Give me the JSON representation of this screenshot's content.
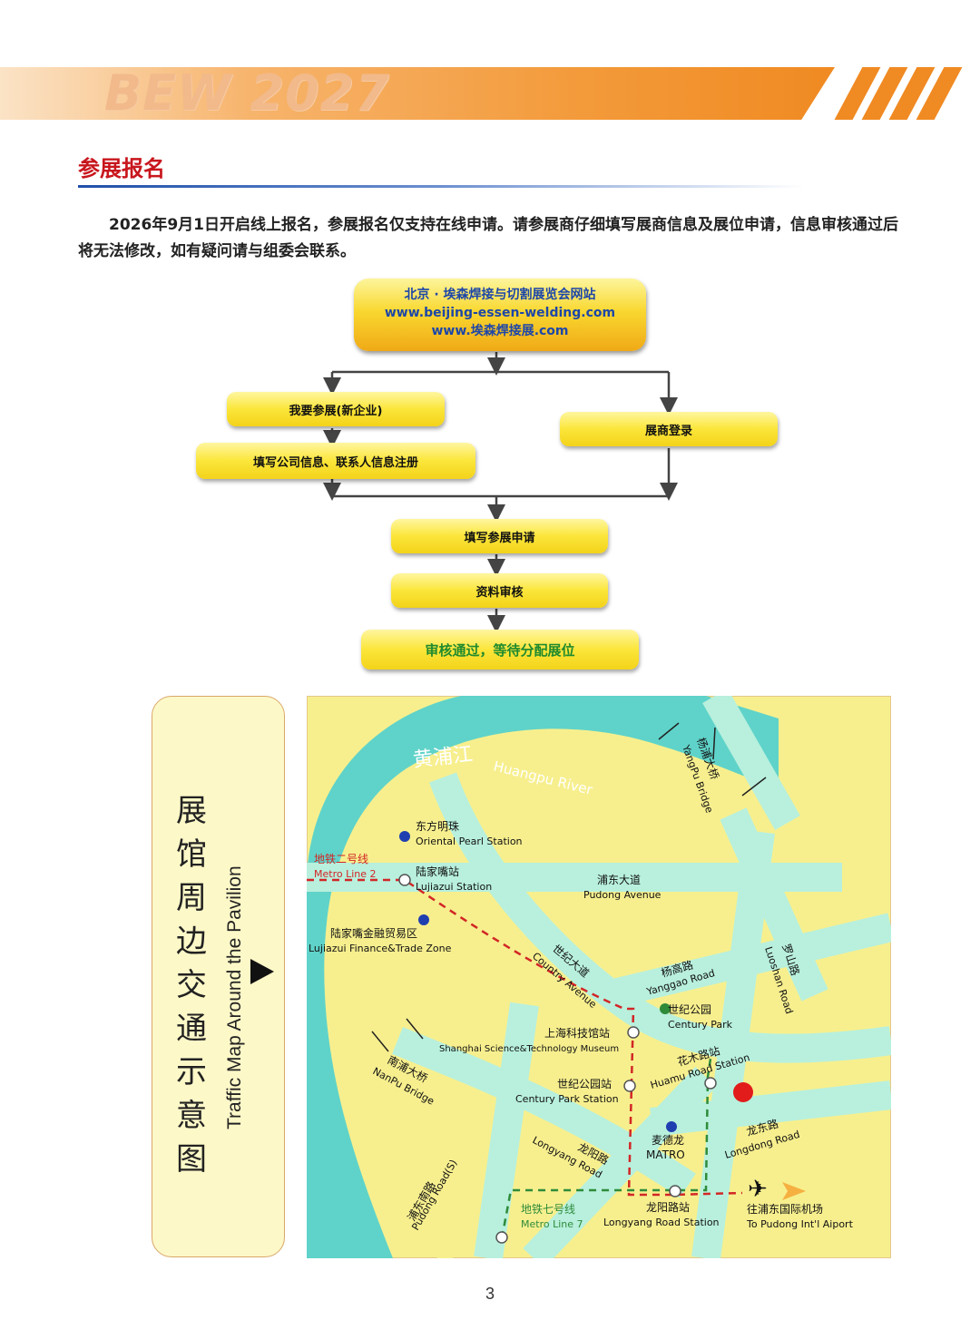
{
  "banner": {
    "title": "BEW 2027"
  },
  "section": {
    "title": "参展报名",
    "intro": "2026年9月1日开启线上报名，参展报名仅支持在线申请。请参展商仔细填写展商信息及展位申请，信息审核通过后将无法修改，如有疑问请与组委会联系。"
  },
  "flowchart": {
    "website": {
      "line1": "北京 · 埃森焊接与切割展览会网站",
      "line2": "www.beijing-essen-welding.com",
      "line3": "www.埃森焊接展.com"
    },
    "new_exhibitor": "我要参展(新企业)",
    "register": "填写公司信息、联系人信息注册",
    "login": "展商登录",
    "apply": "填写参展申请",
    "review": "资料审核",
    "approved": "审核通过，等待分配展位"
  },
  "map": {
    "side_title_cn": "展馆周边交通示意图",
    "side_title_en": "Traffic Map Around the Pavilion",
    "labels": {
      "river_cn": "黄浦江",
      "river_en": "Huangpu River",
      "yangpu_cn": "杨浦大桥",
      "yangpu_en": "YangPu Bridge",
      "oriental_cn": "东方明珠",
      "oriental_en": "Oriental Pearl Station",
      "metro2_cn": "地铁二号线",
      "metro2_en": "Metro Line 2",
      "lujiazui_cn": "陆家嘴站",
      "lujiazui_en": "Lujiazui Station",
      "pudong_ave_cn": "浦东大道",
      "pudong_ave_en": "Pudong Avenue",
      "finance_cn": "陆家嘴金融贸易区",
      "finance_en": "Lujiazui Finance&Trade Zone",
      "century_ave_cn": "世纪大道",
      "century_ave_en": "Country Avenue",
      "yanggao_cn": "杨高路",
      "yanggao_en": "Yanggao Road",
      "luoshan_cn": "罗山路",
      "luoshan_en": "Luoshan Road",
      "park_cn": "世纪公园",
      "park_en": "Century Park",
      "museum_cn": "上海科技馆站",
      "museum_en": "Shanghai Science&Technology Museum",
      "nanpu_cn": "南浦大桥",
      "nanpu_en": "NanPu Bridge",
      "huamu_cn": "花木路站",
      "huamu_en": "Huamu Road Station",
      "century_station_cn": "世纪公园站",
      "century_station_en": "Century Park Station",
      "matro_cn": "麦德龙",
      "matro_en": "MATRO",
      "longdong_cn": "龙东路",
      "longdong_en": "Longdong Road",
      "longyang_road_cn": "龙阳路",
      "longyang_road_en": "Longyang Road",
      "pudong_s_cn": "浦东南路",
      "pudong_s_en": "Pudong Road(S)",
      "metro7_cn": "地铁七号线",
      "metro7_en": "Metro Line 7",
      "longyang_station_cn": "龙阳路站",
      "longyang_station_en": "Longyang Road Station",
      "airport_cn": "往浦东国际机场",
      "airport_en": "To Pudong Int'l Aiport"
    },
    "colors": {
      "land": "#f7ef8e",
      "water": "#5fd3c9",
      "road": "#b8f0dd",
      "metro": "#d22626",
      "metro7": "#2e8b3a",
      "venue": "#e21b1b"
    }
  },
  "page_number": "3"
}
